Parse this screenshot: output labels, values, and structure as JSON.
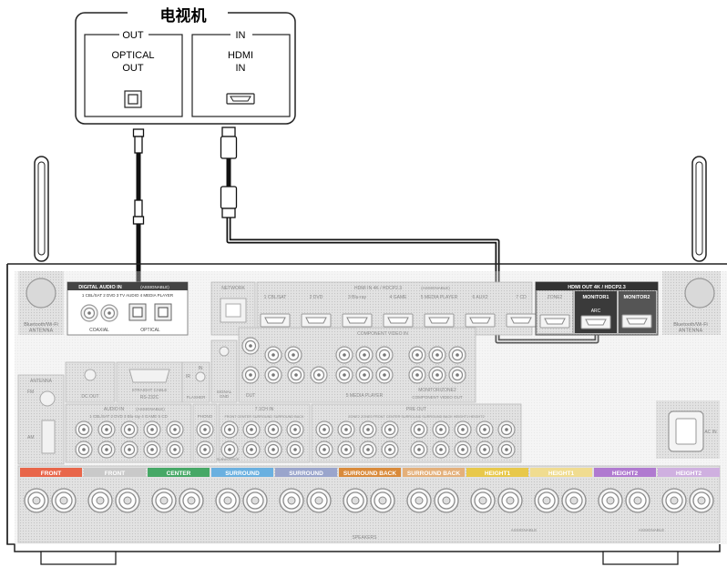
{
  "tv": {
    "title": "电视机",
    "out_group": "OUT",
    "in_group": "IN",
    "optical_out_line1": "OPTICAL",
    "optical_out_line2": "OUT",
    "hdmi_in_line1": "HDMI",
    "hdmi_in_line2": "IN"
  },
  "receiver": {
    "left_antenna": "Bluetooth/Wi-Fi\nANTENNA",
    "right_antenna": "Bluetooth/Wi-Fi\nANTENNA",
    "digital_audio_in": "DIGITAL AUDIO IN",
    "digital_audio_in_note": "(ASSIGNABLE)",
    "digital_inputs": "1 CBL/SAT   2 DVD   3 TV AUDIO   4 MEDIA PLAYER",
    "coaxial": "COAXIAL",
    "optical": "OPTICAL",
    "network": "NETWORK",
    "hdmi_in": "HDMI IN  4K / HDCP2.3",
    "hdmi_in_note": "(ASSIGNABLE)",
    "hdmi_inputs": [
      "1 CBL/SAT",
      "2 DVD",
      "3 Blu-ray",
      "4 GAME",
      "5 MEDIA PLAYER",
      "6 AUX2",
      "7 CD"
    ],
    "hdmi_out": "HDMI OUT  4K / HDCP2.3",
    "zone2": "ZONE2",
    "monitor1": "MONITOR1",
    "monitor2": "MONITOR2",
    "arc": "ARC",
    "component_video_in": "COMPONENT VIDEO IN",
    "component_video_out": "COMPONENT VIDEO OUT",
    "monitor_zone2": "MONITOR/ZONE2",
    "media_player": "5 MEDIA PLAYER",
    "antenna": "ANTENNA",
    "fm": "FM",
    "am": "AM",
    "dc_out": "DC OUT",
    "rs232c": "RS-232C",
    "straight_cable": "STRAIGHT CABLE",
    "ir": "IR",
    "flasher": "FLASHER",
    "in": "IN",
    "out": "OUT",
    "signal_gnd": "SIGNAL\nGND",
    "audio_in": "AUDIO IN",
    "audio_in_note": "(ASSIGNABLE)",
    "audio_inputs": "1 CBL/SAT  2 DVD  3 Blu-ray  4 GAME  5 CD",
    "phono": "PHONO",
    "ch_in": "7.1CH IN",
    "ch_in_items": "FRONT  CENTER  SURROUND  SURROUND BACK",
    "subwoofer": "SUBWOOFER",
    "pre_out": "PRE OUT",
    "pre_out_items": "ZONE2  ZONE3  FRONT  CENTER  SURROUND  SURROUND BACK  HEIGHT1  HEIGHT2",
    "ac_in": "AC IN",
    "speakers": "SPEAKERS",
    "assignable": "ASSIGNABLE",
    "speaker_groups": [
      {
        "label": "FRONT",
        "color": "#e8664a"
      },
      {
        "label": "FRONT",
        "color": "#c9c9c9"
      },
      {
        "label": "CENTER",
        "color": "#46a866"
      },
      {
        "label": "SURROUND",
        "color": "#6ab0e0"
      },
      {
        "label": "SURROUND",
        "color": "#9aa5cc"
      },
      {
        "label": "SURROUND BACK",
        "color": "#d98a3a"
      },
      {
        "label": "SURROUND BACK",
        "color": "#e4b07a"
      },
      {
        "label": "HEIGHT1",
        "color": "#e8c84a"
      },
      {
        "label": "HEIGHT1",
        "color": "#f0dc90"
      },
      {
        "label": "HEIGHT2",
        "color": "#b07ad0"
      },
      {
        "label": "HEIGHT2",
        "color": "#cfb0e0"
      }
    ]
  }
}
